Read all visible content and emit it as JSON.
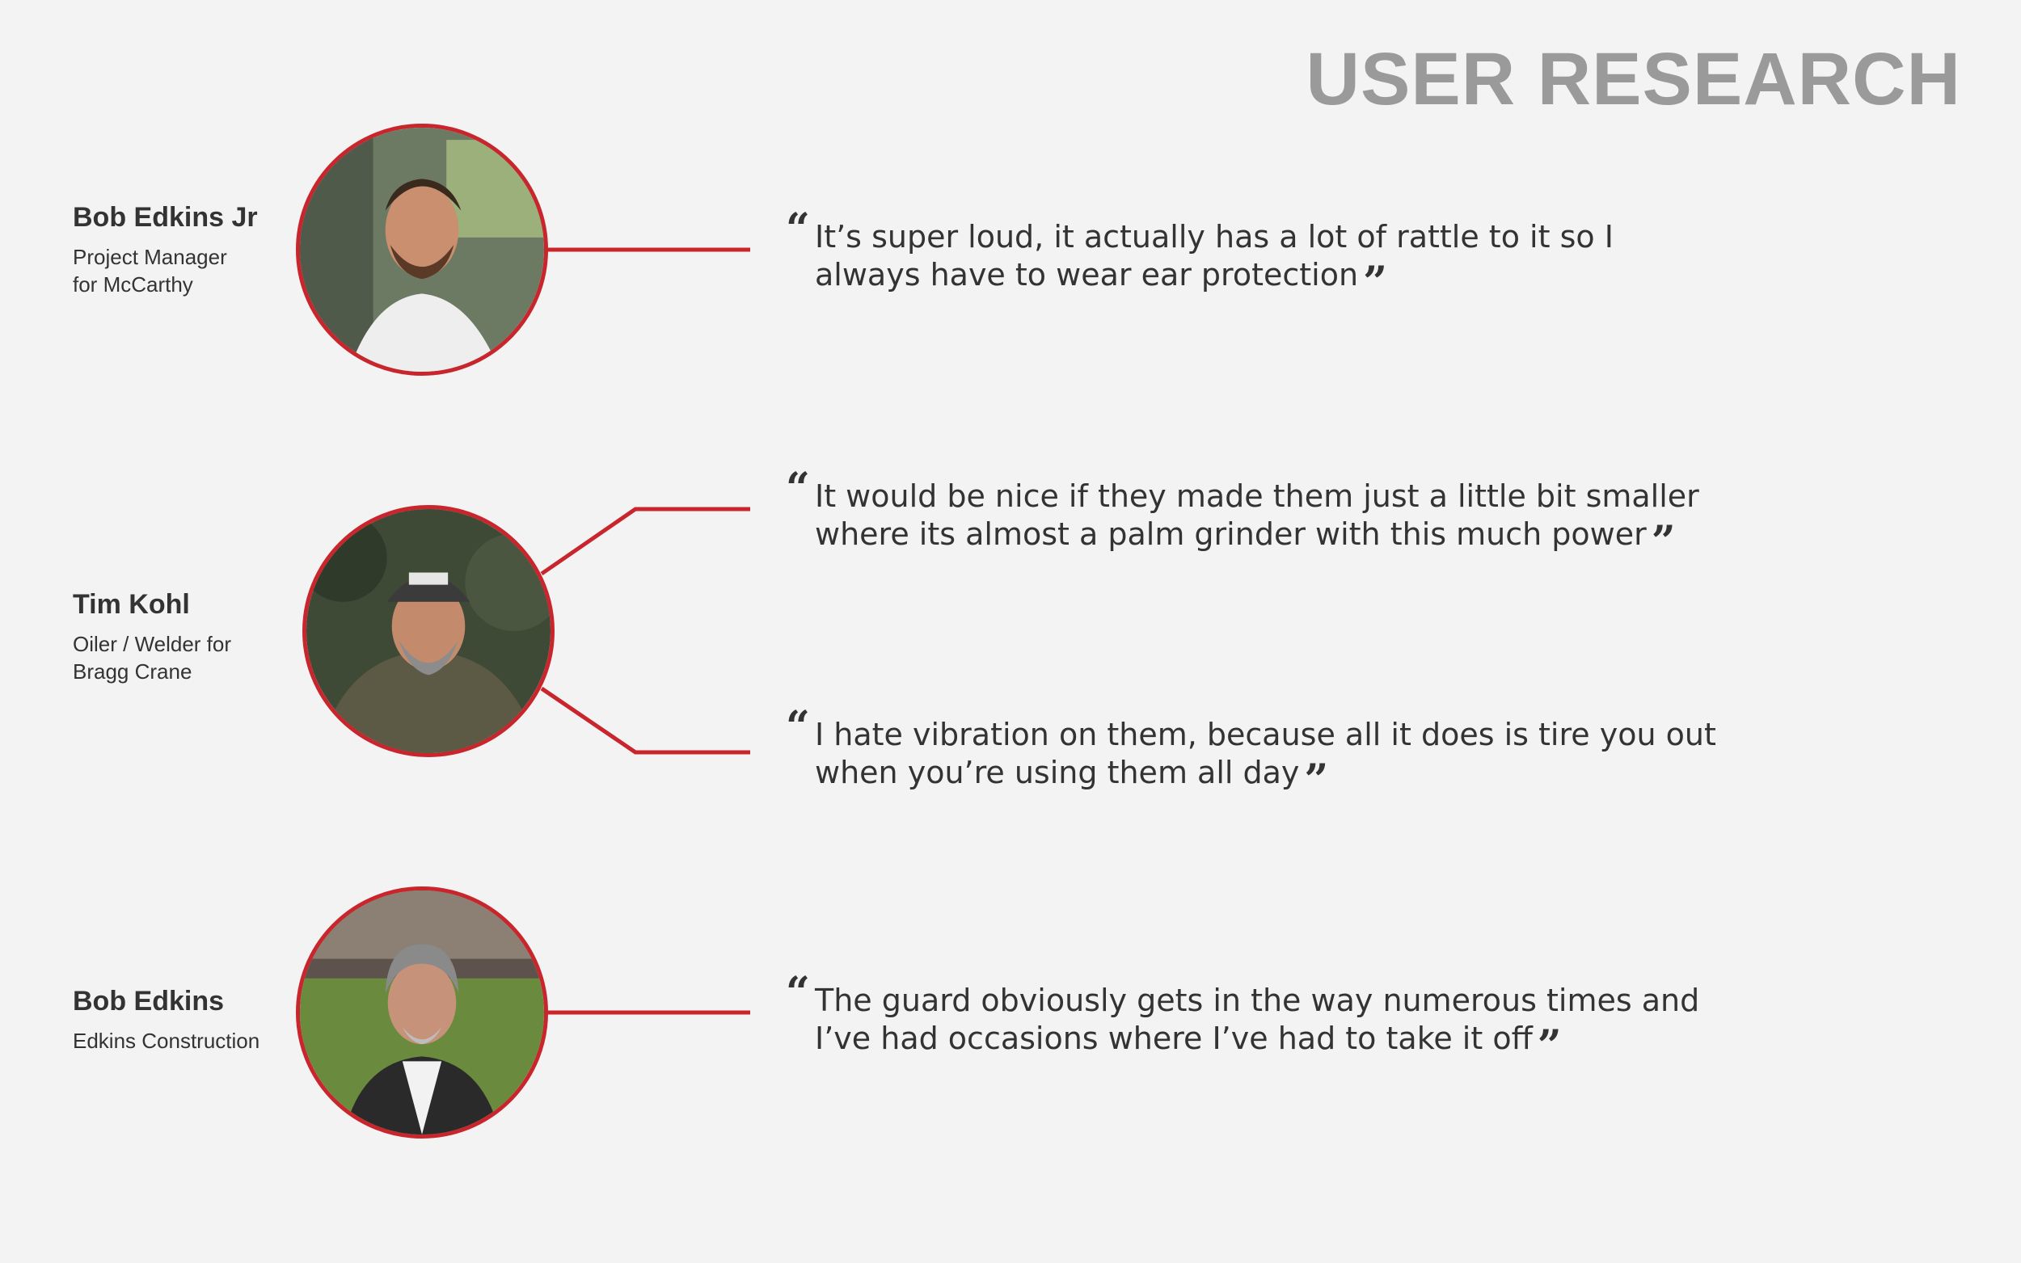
{
  "header": {
    "title": "USER RESEARCH"
  },
  "colors": {
    "accent": "#c8252c",
    "title": "#9a9a9a",
    "text": "#333333",
    "background": "#f3f3f3"
  },
  "people": [
    {
      "name": "Bob Edkins Jr",
      "role_lines": [
        "Project Manager",
        "for McCarthy"
      ]
    },
    {
      "name": "Tim Kohl",
      "role_lines": [
        "Oiler / Welder for",
        "Bragg Crane"
      ]
    },
    {
      "name": "Bob Edkins",
      "role_lines": [
        "Edkins Construction"
      ]
    }
  ],
  "quotes": [
    {
      "open": "“",
      "lines": [
        "It’s super loud, it actually has a lot of rattle to it so I",
        "always have to wear ear protection"
      ],
      "close": "”"
    },
    {
      "open": "“",
      "lines": [
        "It would be nice if they made them just a little bit smaller",
        "where its almost a palm grinder with this much power"
      ],
      "close": "”"
    },
    {
      "open": "“",
      "lines": [
        "I hate vibration on them, because all it does is tire you out",
        "when you’re using them all day"
      ],
      "close": "”"
    },
    {
      "open": "“",
      "lines": [
        "The guard obviously gets in the way numerous times and",
        "I’ve had occasions where I’ve had to take it off"
      ],
      "close": "”"
    }
  ],
  "icons": {
    "avatar_1": "portrait-photo",
    "avatar_2": "portrait-photo",
    "avatar_3": "portrait-photo"
  }
}
